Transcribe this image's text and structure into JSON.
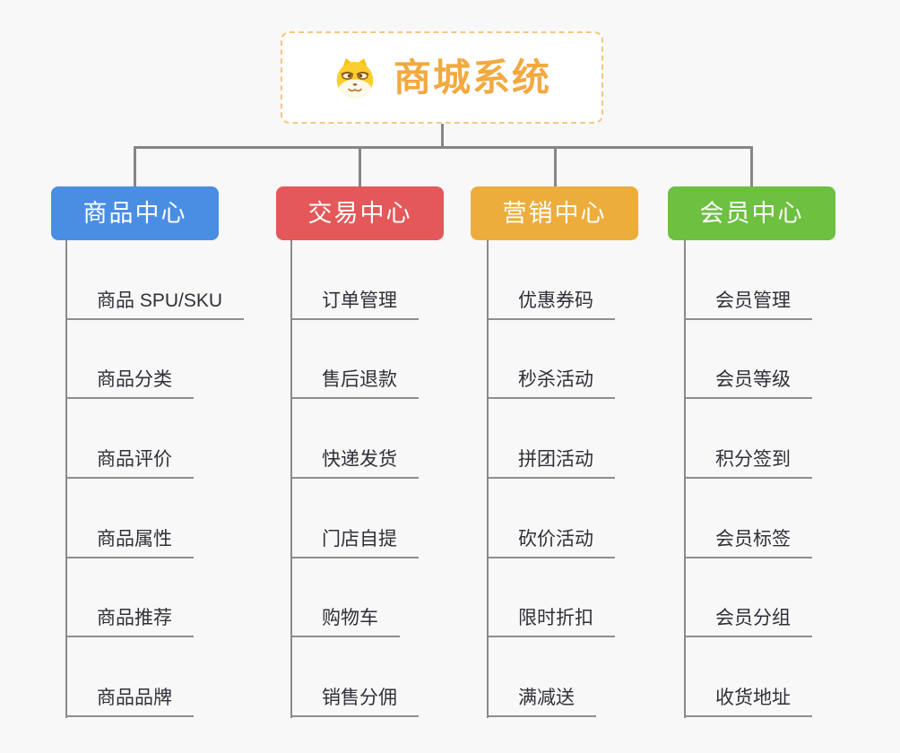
{
  "diagram": {
    "type": "mindmap-org-chart",
    "background_color": "#f8f8f8",
    "connector_color": "#868686",
    "leaf_underline_color": "#8e8e8e",
    "leaf_text_color": "#2f3038"
  },
  "root": {
    "label": "商城系统",
    "icon": "dog-face-icon",
    "text_color": "#f2a93f",
    "border_color": "#f6c77e",
    "fill_color": "#ffffff"
  },
  "branches": [
    {
      "label": "商品中心",
      "color": "#4a8ee4",
      "children": [
        "商品 SPU/SKU",
        "商品分类",
        "商品评价",
        "商品属性",
        "商品推荐",
        "商品品牌"
      ]
    },
    {
      "label": "交易中心",
      "color": "#e4585a",
      "children": [
        "订单管理",
        "售后退款",
        "快递发货",
        "门店自提",
        "购物车",
        "销售分佣"
      ]
    },
    {
      "label": "营销中心",
      "color": "#edad3c",
      "children": [
        "优惠券码",
        "秒杀活动",
        "拼团活动",
        "砍价活动",
        "限时折扣",
        "满减送"
      ]
    },
    {
      "label": "会员中心",
      "color": "#6dc040",
      "children": [
        "会员管理",
        "会员等级",
        "积分签到",
        "会员标签",
        "会员分组",
        "收货地址"
      ]
    }
  ]
}
